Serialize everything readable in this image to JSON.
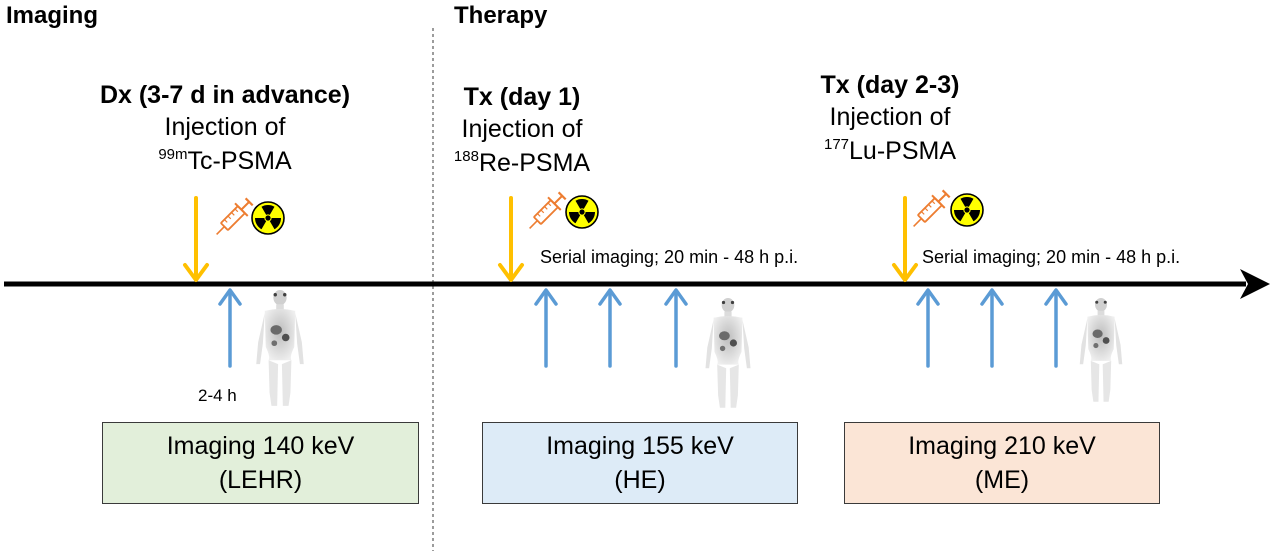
{
  "sections": {
    "imaging": "Imaging",
    "therapy": "Therapy"
  },
  "stages": [
    {
      "title": "Dx (3-7 d in advance)",
      "line1": "Injection of",
      "isotope_sup": "99m",
      "isotope_rest": "Tc-PSMA"
    },
    {
      "title": "Tx (day 1)",
      "line1": "Injection of",
      "isotope_sup": "188",
      "isotope_rest": "Re-PSMA"
    },
    {
      "title": "Tx (day 2-3)",
      "line1": "Injection of",
      "isotope_sup": "177",
      "isotope_rest": "Lu-PSMA"
    }
  ],
  "serial_labels": [
    "Serial imaging; 20 min - 48 h p.i.",
    "Serial imaging; 20 min - 48 h p.i."
  ],
  "time_label": "2-4 h",
  "boxes": [
    {
      "line1": "Imaging 140 keV",
      "line2": "(LEHR)",
      "color": "#e2efda"
    },
    {
      "line1": "Imaging 155 keV",
      "line2": "(HE)",
      "color": "#ddebf7"
    },
    {
      "line1": "Imaging 210 keV",
      "line2": "(ME)",
      "color": "#fbe5d6"
    }
  ],
  "colors": {
    "injection_arrow": "#ffc000",
    "imaging_arrow": "#5b9bd5",
    "syringe": "#ed7d31",
    "radiation_fill": "#ffff00"
  },
  "icons": [
    "syringe-icon",
    "radiation-icon",
    "whole-body-scan-icon"
  ]
}
